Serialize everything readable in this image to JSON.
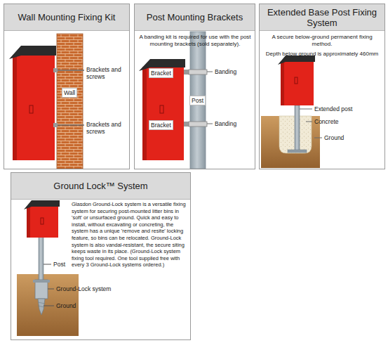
{
  "diagram": {
    "nodes": [
      {
        "text": [
          "Wall Mounting Fixing Kit"
        ]
      },
      {
        "text": [
          "Post Mounting Brackets",
          "A banding kit is required for use with the post mounting brackets (sold separately)."
        ]
      },
      {
        "text": [
          "Extended Base Post Fixing System",
          "A secure below-ground permanent fixing method.",
          "Depth below ground is approximately 460mm"
        ]
      },
      {
        "text": [
          "Ground Lock™ System",
          "Glasdon Ground-Lock system is a versatile fixing system for securing post-mounted litter bins in 'soft' or unsurfaced ground. Quick and easy to install, without excavating or concreting, the system has a unique 'remove and resite' locking feature, so bins can be relocated. Ground-Lock system is also vandal-resistant, the secure siting keeps waste in its place. (Ground-Lock system fixing tool required. One tool supplied free with every 3 Ground-Lock systems ordered.)"
        ]
      }
    ],
    "labels": [
      "Brackets and screws",
      "Wall",
      "Brackets and screws",
      "Bracket",
      "Post",
      "Bracket",
      "Banding",
      "Banding",
      "Extended post",
      "Concrete",
      "Ground",
      "Post",
      "Ground-Lock system",
      "Ground"
    ]
  }
}
